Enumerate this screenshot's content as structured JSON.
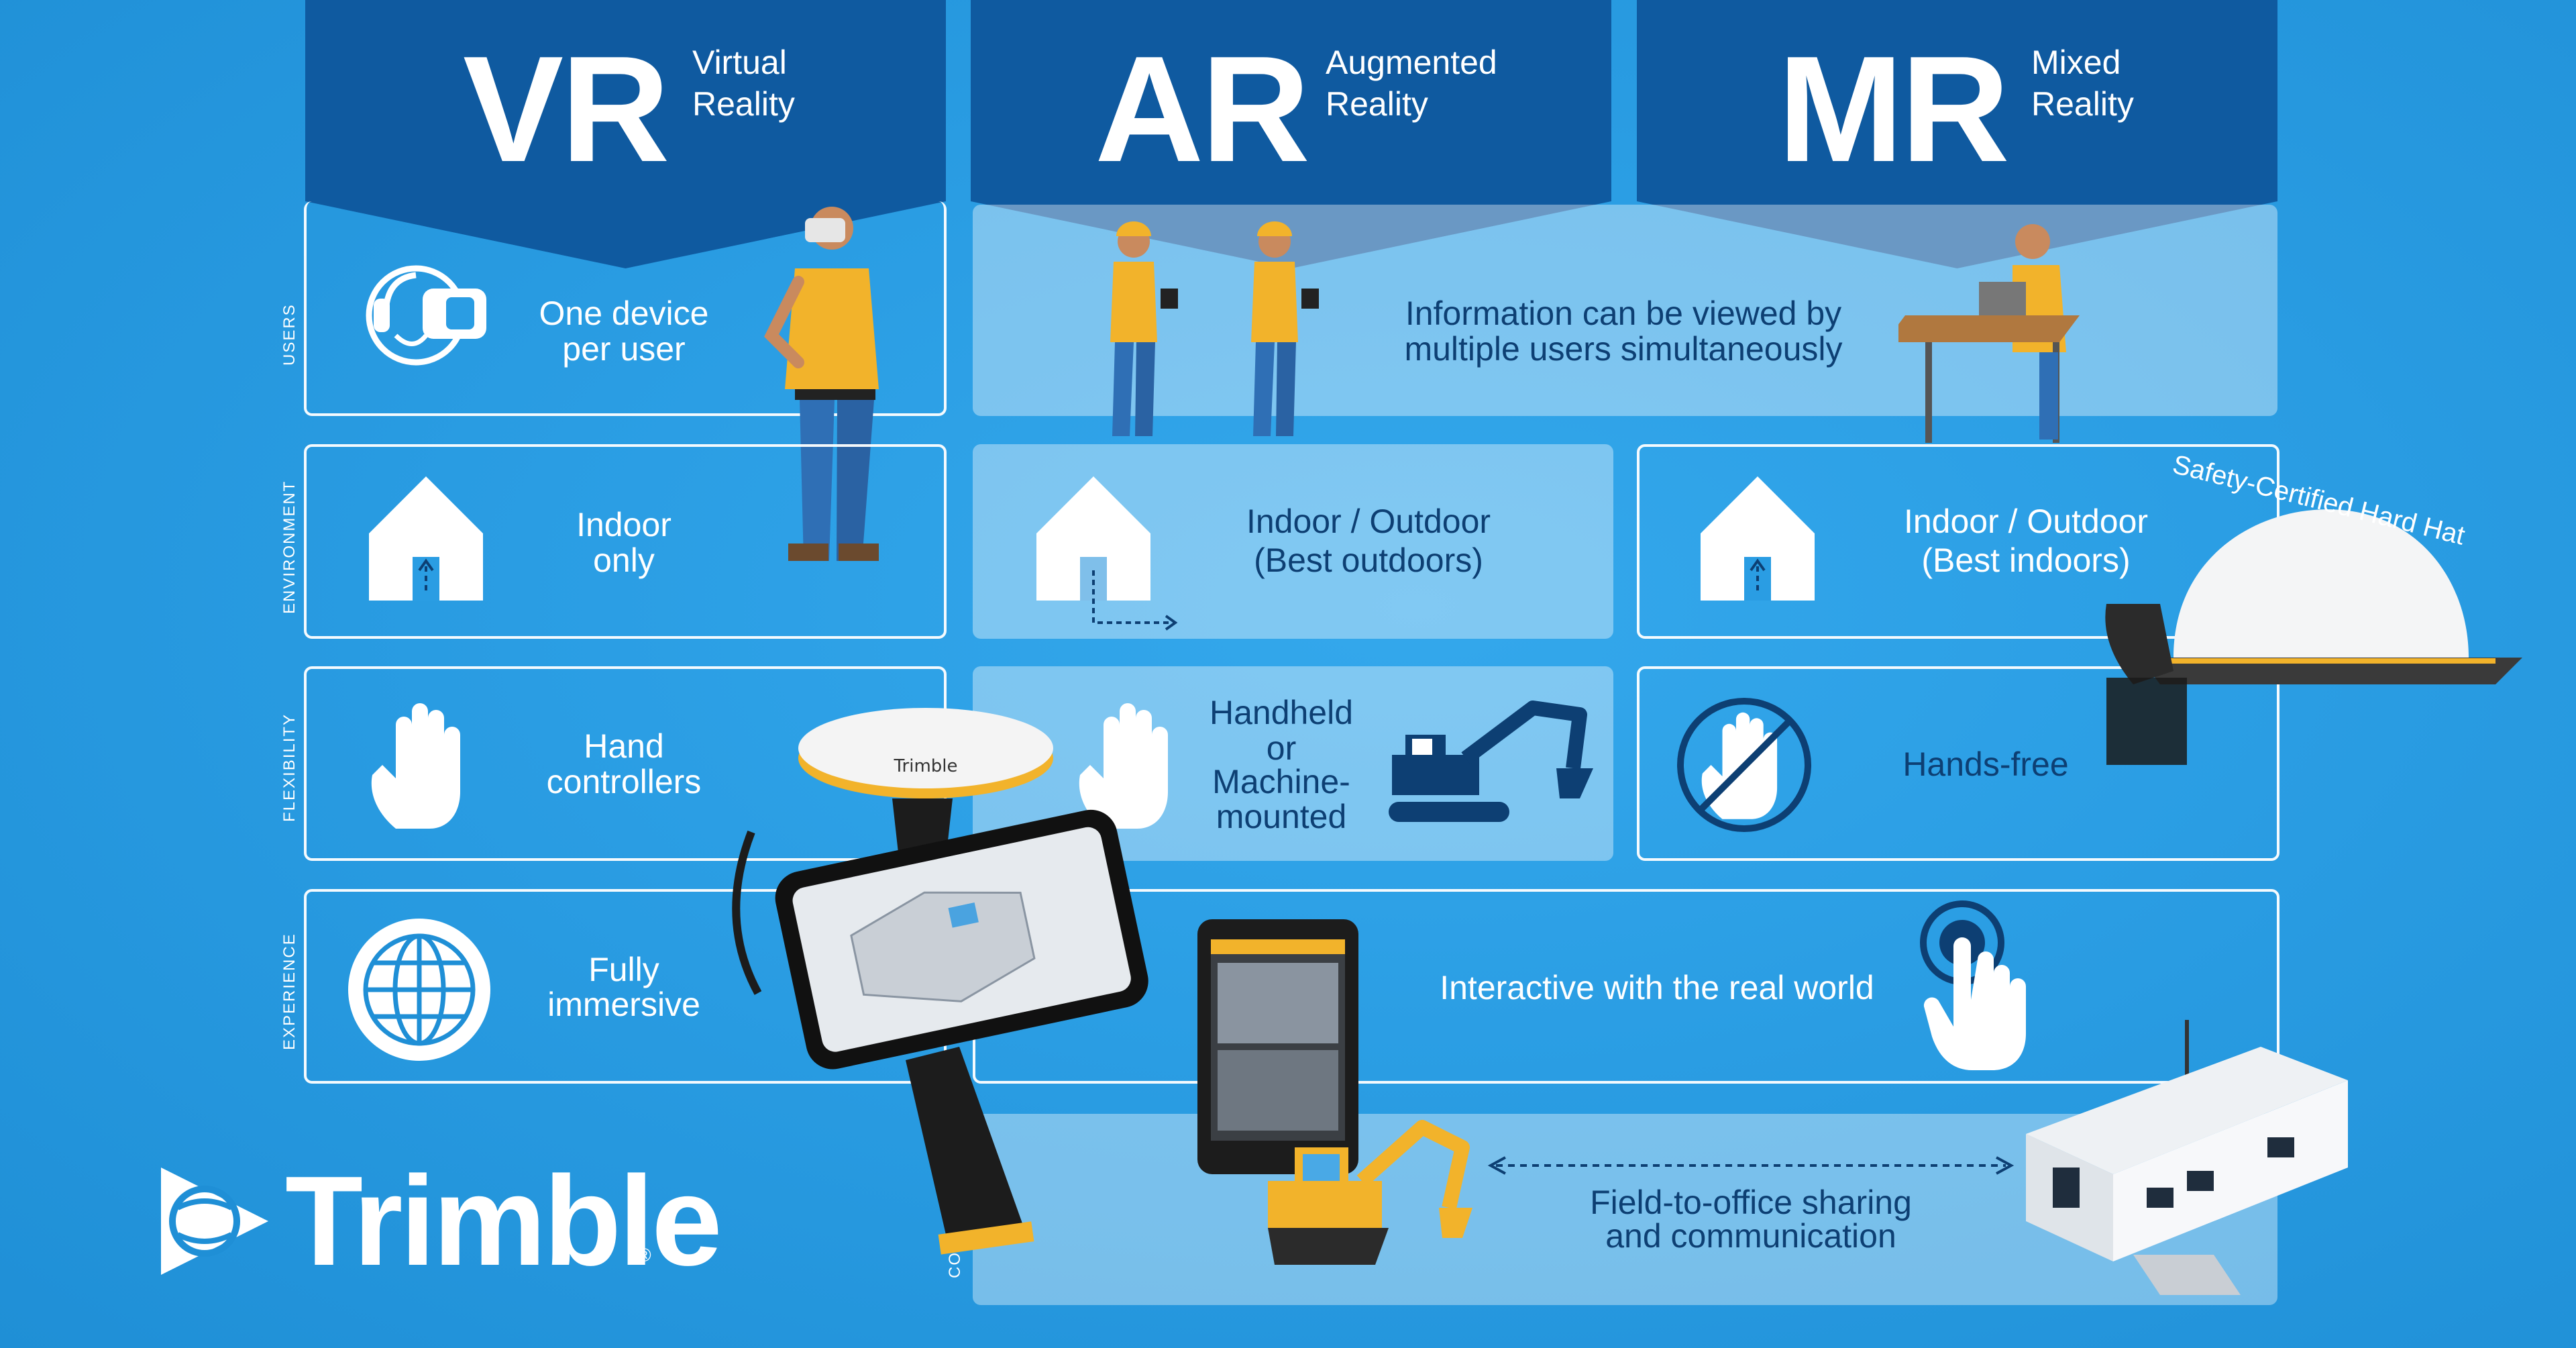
{
  "header": {
    "vr": {
      "abbr": "VR",
      "line1": "Virtual",
      "line2": "Reality"
    },
    "ar": {
      "abbr": "AR",
      "line1": "Augmented",
      "line2": "Reality"
    },
    "mr": {
      "abbr": "MR",
      "line1": "Mixed",
      "line2": "Reality"
    }
  },
  "row_labels": [
    "USERS",
    "ENVIRONMENT",
    "FLEXIBILITY",
    "EXPERIENCE",
    "CONNECTIVITY"
  ],
  "users": {
    "vr_line1": "One device",
    "vr_line2": "per user",
    "armr_line1": "Information can be viewed by",
    "armr_line2": "multiple users simultaneously"
  },
  "environment": {
    "vr_line1": "Indoor",
    "vr_line2": "only",
    "ar_line1": "Indoor / Outdoor",
    "ar_line2": "(Best outdoors)",
    "mr_line1": "Indoor / Outdoor",
    "mr_line2": "(Best indoors)"
  },
  "flexibility": {
    "vr_line1": "Hand",
    "vr_line2": "controllers",
    "ar_line1": "Handheld",
    "ar_line2": "or",
    "ar_line3": "Machine-",
    "ar_line4": "mounted",
    "mr_text": "Hands-free"
  },
  "experience": {
    "vr_line1": "Fully",
    "vr_line2": "immersive",
    "armr_text": "Interactive with the real world"
  },
  "connectivity": {
    "line1": "Field-to-office sharing",
    "line2": "and communication"
  },
  "hardhat_label": "Safety-Certified Hard Hat",
  "brand": {
    "logo_text": "Trimble",
    "registered": "®",
    "device_mark": "Trimble"
  },
  "colors": {
    "navy": "#0f5aa0",
    "background": "#2a9de3",
    "icon_navy": "#0d3f73",
    "accent_yellow": "#f2b32b"
  },
  "icons": [
    "vr-headset-icon",
    "house-icon",
    "hand-icon",
    "globe-icon",
    "excavator-icon",
    "no-hand-icon",
    "touch-icon"
  ]
}
